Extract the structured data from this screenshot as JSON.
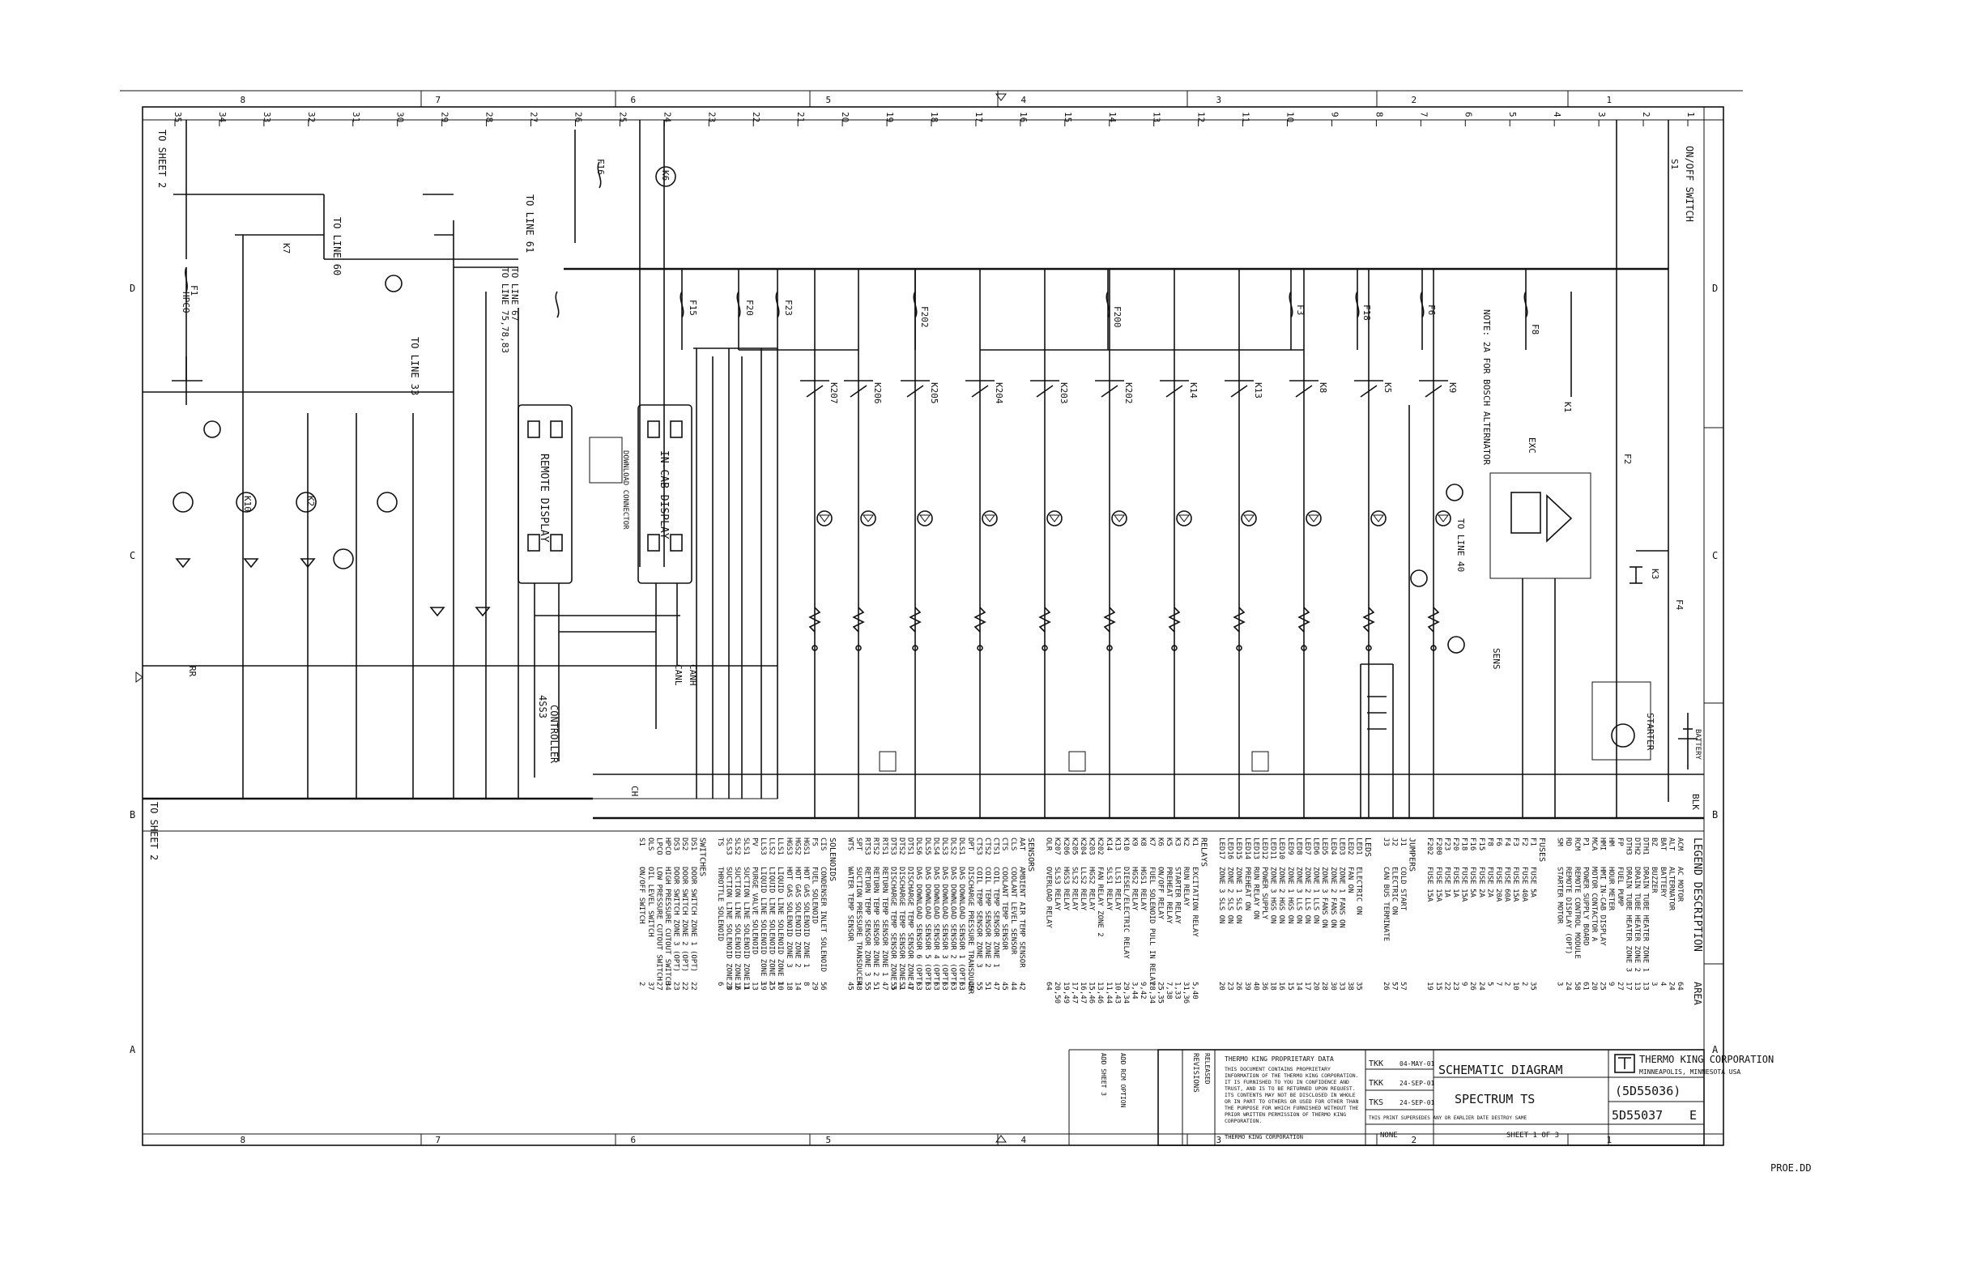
{
  "sheet": {
    "grid_columns_top": [
      "8",
      "7",
      "6",
      "5",
      "4",
      "3",
      "2",
      "1"
    ],
    "grid_rows_right": [
      "D",
      "C",
      "B",
      "A"
    ],
    "line_numbers": [
      "35",
      "34",
      "33",
      "32",
      "31",
      "30",
      "29",
      "28",
      "27",
      "26",
      "25",
      "24",
      "23",
      "22",
      "21",
      "20",
      "19",
      "18",
      "17",
      "16",
      "15",
      "14",
      "13",
      "12",
      "11",
      "10",
      "9",
      "8",
      "7",
      "6",
      "5",
      "4",
      "3",
      "2",
      "1"
    ],
    "proe_tag": "PROE.DD"
  },
  "labels": {
    "to_sheet_top": "TO SHEET 2",
    "to_sheet_bottom": "TO SHEET 2",
    "on_off_switch": "ON/OFF SWITCH",
    "switch_s1": "S1",
    "to_line_61": "TO LINE 61",
    "to_line_60": "TO LINE 60",
    "to_line_33": "TO LINE 33",
    "to_line_67": "TO LINE 67",
    "to_line_75": "TO LINE 75,78,83",
    "remote_display": "REMOTE DISPLAY",
    "in_cab_display": "IN-CAB DISPLAY",
    "download_connector": "DOWNLOAD CONNECTOR",
    "controller": "CONTROLLER",
    "controller_id": "4SS3",
    "note_bosch": "NOTE: 2A FOR BOSCH ALTERNATOR",
    "exc": "EXC",
    "to_line_40": "TO LINE 40",
    "sens": "SENS",
    "starter": "STARTER",
    "battery": "BATTERY",
    "hpco": "HPCO",
    "blk": "BLK",
    "ch": "CH",
    "rr": "RR",
    "canh": "CANH",
    "canl": "CANL"
  },
  "fuses": [
    "F1",
    "F16",
    "F15",
    "F20",
    "F23",
    "F202",
    "F200",
    "F3",
    "F18",
    "F6",
    "F8",
    "F2",
    "F4"
  ],
  "relays": [
    "K207",
    "K206",
    "K205",
    "K204",
    "K203",
    "K202",
    "K14",
    "K13",
    "K8",
    "K5",
    "K9",
    "K1",
    "K3",
    "K7",
    "K10",
    "K2",
    "K6"
  ],
  "legend": {
    "title": "LEGEND DESCRIPTION",
    "area_label": "AREA",
    "groups": [
      {
        "heading": "",
        "rows": [
          {
            "code": "ACM",
            "desc": "AC MOTOR",
            "area": "64"
          },
          {
            "code": "ALT",
            "desc": "ALTERNATOR",
            "area": "24"
          },
          {
            "code": "BAT",
            "desc": "BATTERY",
            "area": "4"
          },
          {
            "code": "BZ",
            "desc": "BUZZER",
            "area": "3"
          },
          {
            "code": "DTH1",
            "desc": "DRAIN TUBE HEATER ZONE 1",
            "area": "13"
          },
          {
            "code": "DTH2",
            "desc": "DRAIN TUBE HEATER ZONE 2",
            "area": "13"
          },
          {
            "code": "DTH3",
            "desc": "DRAIN TUBE HEATER ZONE 3",
            "area": "17"
          },
          {
            "code": "FP",
            "desc": "FUEL PUMP",
            "area": "27"
          },
          {
            "code": "HM",
            "desc": "HOUR METER",
            "area": "9"
          },
          {
            "code": "HMI",
            "desc": "HMI IN-CAB DISPLAY",
            "area": "25"
          },
          {
            "code": "MCA",
            "desc": "MOTOR CONTACTOR A",
            "area": "20"
          },
          {
            "code": "P1",
            "desc": "POWER SUPPLY BOARD",
            "area": "61"
          },
          {
            "code": "RCM",
            "desc": "REMOTE CONTROL MODULE",
            "area": "58"
          },
          {
            "code": "RD",
            "desc": "REMOTE DISPLAY (OPT)",
            "area": "24"
          },
          {
            "code": "SM",
            "desc": "STARTER MOTOR",
            "area": "3"
          }
        ]
      },
      {
        "heading": "FUSES",
        "rows": [
          {
            "code": "F1",
            "desc": "FUSE 5A",
            "area": "35"
          },
          {
            "code": "F2",
            "desc": "FUSE 40A",
            "area": "2"
          },
          {
            "code": "F3",
            "desc": "FUSE 15A",
            "area": "10"
          },
          {
            "code": "F4",
            "desc": "FUSE 60A",
            "area": "2"
          },
          {
            "code": "F6",
            "desc": "FUSE 20A",
            "area": "7"
          },
          {
            "code": "F8",
            "desc": "FUSE 2A",
            "area": "5"
          },
          {
            "code": "F15",
            "desc": "FUSE 2A",
            "area": "24"
          },
          {
            "code": "F16",
            "desc": "FUSE 5A",
            "area": "26"
          },
          {
            "code": "F18",
            "desc": "FUSE 15A",
            "area": "9"
          },
          {
            "code": "F20",
            "desc": "FUSE 1A",
            "area": "23"
          },
          {
            "code": "F23",
            "desc": "FUSE 1A",
            "area": "22"
          },
          {
            "code": "F200",
            "desc": "FUSE 15A",
            "area": "15"
          },
          {
            "code": "F202",
            "desc": "FUSE 15A",
            "area": "19"
          }
        ]
      },
      {
        "heading": "JUMPERS",
        "rows": [
          {
            "code": "J1",
            "desc": "COLD START",
            "area": "57"
          },
          {
            "code": "J2",
            "desc": "ELECTRIC ON",
            "area": "57"
          },
          {
            "code": "J3",
            "desc": "CAN BUS TERMINATE",
            "area": "26"
          }
        ]
      },
      {
        "heading": "LEDS",
        "rows": [
          {
            "code": "LED1",
            "desc": "ELECTRIC ON",
            "area": "35"
          },
          {
            "code": "LED2",
            "desc": "FAN ON",
            "area": "38"
          },
          {
            "code": "LED3",
            "desc": "ZONE 1 FANS ON",
            "area": "33"
          },
          {
            "code": "LED4",
            "desc": "ZONE 2 FANS ON",
            "area": "30"
          },
          {
            "code": "LED5",
            "desc": "ZONE 3 FANS ON",
            "area": "28"
          },
          {
            "code": "LED6",
            "desc": "ZONE 1 LLS ON",
            "area": "20"
          },
          {
            "code": "LED7",
            "desc": "ZONE 2 LLS ON",
            "area": "17"
          },
          {
            "code": "LED8",
            "desc": "ZONE 3 LLS ON",
            "area": "14"
          },
          {
            "code": "LED9",
            "desc": "ZONE 1 HGS ON",
            "area": "15"
          },
          {
            "code": "LED10",
            "desc": "ZONE 2 HGS ON",
            "area": "16"
          },
          {
            "code": "LED11",
            "desc": "ZONE 3 HGS ON",
            "area": "18"
          },
          {
            "code": "LED12",
            "desc": "POWER SUPPLY",
            "area": "36"
          },
          {
            "code": "LED13",
            "desc": "RUN RELAY ON",
            "area": "40"
          },
          {
            "code": "LED14",
            "desc": "PREHEAT ON",
            "area": "39"
          },
          {
            "code": "LED15",
            "desc": "ZONE 1 SLS ON",
            "area": "26"
          },
          {
            "code": "LED16",
            "desc": "ZONE 2 SLS ON",
            "area": "23"
          },
          {
            "code": "LED17",
            "desc": "ZONE 3 SLS ON",
            "area": "20"
          }
        ]
      },
      {
        "heading": "RELAYS",
        "rows": [
          {
            "code": "K1",
            "desc": "EXCITATION RELAY",
            "area": "5,40"
          },
          {
            "code": "K2",
            "desc": "RUN RELAY",
            "area": "31,36"
          },
          {
            "code": "K3",
            "desc": "STARTER RELAY",
            "area": "1,33"
          },
          {
            "code": "K5",
            "desc": "PREHEAT RELAY",
            "area": "7,38"
          },
          {
            "code": "K6",
            "desc": "ON/OFF RELAY",
            "area": "25,35"
          },
          {
            "code": "K7",
            "desc": "FUEL SOLENOID PULL IN RELAY",
            "area": "28,34"
          },
          {
            "code": "K8",
            "desc": "HGS1 RELAY",
            "area": "9,42"
          },
          {
            "code": "K9",
            "desc": "HGS2 RELAY",
            "area": "3,44"
          },
          {
            "code": "K10",
            "desc": "DIESEL/ELECTRIC RELAY",
            "area": "29,34"
          },
          {
            "code": "K13",
            "desc": "LLS1 RELAY",
            "area": "10,43"
          },
          {
            "code": "K14",
            "desc": "SLS1 RELAY",
            "area": "11,44"
          },
          {
            "code": "K202",
            "desc": "FAN RELAY ZONE 2",
            "area": "13,46"
          },
          {
            "code": "K203",
            "desc": "HGS2 RELAY",
            "area": "15,46"
          },
          {
            "code": "K204",
            "desc": "LLS2 RELAY",
            "area": "16,47"
          },
          {
            "code": "K205",
            "desc": "SLS2 RELAY",
            "area": "17,47"
          },
          {
            "code": "K206",
            "desc": "HGS3 RELAY",
            "area": "19,49"
          },
          {
            "code": "K207",
            "desc": "SLS3 RELAY",
            "area": "20,50"
          },
          {
            "code": "OLR",
            "desc": "OVERLOAD RELAY",
            "area": "64"
          }
        ]
      },
      {
        "heading": "SENSORS",
        "rows": [
          {
            "code": "AAT",
            "desc": "AMBIENT AIR TEMP SENSOR",
            "area": "42"
          },
          {
            "code": "CLS",
            "desc": "COOLANT LEVEL SENSOR",
            "area": "44"
          },
          {
            "code": "CTS",
            "desc": "COOLANT TEMP SENSOR",
            "area": "45"
          },
          {
            "code": "CTS1",
            "desc": "COIL TEMP SENSOR ZONE 1",
            "area": "47"
          },
          {
            "code": "CTS2",
            "desc": "COIL TEMP SENSOR ZONE 2",
            "area": "51"
          },
          {
            "code": "CTS3",
            "desc": "COIL TEMP SENSOR ZONE 3",
            "area": "55"
          },
          {
            "code": "DPT",
            "desc": "DISCHARGE PRESSURE TRANSDUCER",
            "area": "49"
          },
          {
            "code": "DLS1",
            "desc": "DAS DOWNLOAD SENSOR 1 (OPT)",
            "area": "63"
          },
          {
            "code": "DLS2",
            "desc": "DAS DOWNLOAD SENSOR 2 (OPT)",
            "area": "63"
          },
          {
            "code": "DLS3",
            "desc": "DAS DOWNLOAD SENSOR 3 (OPT)",
            "area": "63"
          },
          {
            "code": "DLS4",
            "desc": "DAS DOWNLOAD SENSOR 4 (OPT)",
            "area": "63"
          },
          {
            "code": "DLS5",
            "desc": "DAS DOWNLOAD SENSOR 5 (OPT)",
            "area": "63"
          },
          {
            "code": "DLS6",
            "desc": "DAS DOWNLOAD SENSOR 6 (OPT)",
            "area": "63"
          },
          {
            "code": "DTS1",
            "desc": "DISCHARGE TEMP SENSOR ZONE 1",
            "area": "47"
          },
          {
            "code": "DTS2",
            "desc": "DISCHARGE TEMP SENSOR ZONE 2",
            "area": "51"
          },
          {
            "code": "DTS3",
            "desc": "DISCHARGE TEMP SENSOR ZONE 3",
            "area": "55"
          },
          {
            "code": "RTS1",
            "desc": "RETURN TEMP SENSOR ZONE 1",
            "area": "47"
          },
          {
            "code": "RTS2",
            "desc": "RETURN TEMP SENSOR ZONE 2",
            "area": "51"
          },
          {
            "code": "RTS3",
            "desc": "RETURN TEMP SENSOR ZONE 3",
            "area": "55"
          },
          {
            "code": "SPT",
            "desc": "SUCTION PRESSURE TRANSDUCER",
            "area": "48"
          },
          {
            "code": "WTS",
            "desc": "WATER TEMP SENSOR",
            "area": "45"
          }
        ]
      },
      {
        "heading": "SOLENOIDS",
        "rows": [
          {
            "code": "CIS",
            "desc": "CONDENSER INLET SOLENOID",
            "area": "56"
          },
          {
            "code": "FS",
            "desc": "FUEL SOLENOID",
            "area": "29"
          },
          {
            "code": "HGS1",
            "desc": "HOT GAS SOLENOID ZONE 1",
            "area": "8"
          },
          {
            "code": "HGS2",
            "desc": "HOT GAS SOLENOID ZONE 2",
            "area": "14"
          },
          {
            "code": "HGS3",
            "desc": "HOT GAS SOLENOID ZONE 3",
            "area": "18"
          },
          {
            "code": "LLS1",
            "desc": "LIQUID LINE SOLENOID ZONE 1",
            "area": "10"
          },
          {
            "code": "LLS2",
            "desc": "LIQUID LINE SOLENOID ZONE 2",
            "area": "15"
          },
          {
            "code": "LLS3",
            "desc": "LIQUID LINE SOLENOID ZONE 3",
            "area": "19"
          },
          {
            "code": "PV",
            "desc": "PURGE VALVE SOLENOID",
            "area": "13"
          },
          {
            "code": "SLS1",
            "desc": "SUCTION LINE SOLENOID ZONE 1",
            "area": "11"
          },
          {
            "code": "SLS2",
            "desc": "SUCTION LINE SOLENOID ZONE 2",
            "area": "16"
          },
          {
            "code": "SLS3",
            "desc": "SUCTION LINE SOLENOID ZONE 3",
            "area": "20"
          },
          {
            "code": "TS",
            "desc": "THROTTLE SOLENOID",
            "area": "6"
          }
        ]
      },
      {
        "heading": "SWITCHES",
        "rows": [
          {
            "code": "DS1",
            "desc": "DOOR SWITCH ZONE 1 (OPT)",
            "area": "22"
          },
          {
            "code": "DS2",
            "desc": "DOOR SWITCH ZONE 2 (OPT)",
            "area": "22"
          },
          {
            "code": "DS3",
            "desc": "DOOR SWITCH ZONE 3 (OPT)",
            "area": "23"
          },
          {
            "code": "HPCO",
            "desc": "HIGH PRESSURE CUTOUT SWITCH",
            "area": "34"
          },
          {
            "code": "LPCO",
            "desc": "LOW PRESSURE CUTOUT SWITCH",
            "area": "27"
          },
          {
            "code": "OLS",
            "desc": "OIL LEVEL SWITCH",
            "area": "37"
          },
          {
            "code": "S1",
            "desc": "ON/OFF SWITCH",
            "area": "2"
          }
        ]
      }
    ]
  },
  "title_block": {
    "company": "THERMO KING CORPORATION",
    "city": "MINNEAPOLIS, MINNESOTA USA",
    "title": "SCHEMATIC DIAGRAM",
    "subtitle": "SPECTRUM TS",
    "doc_top": "(5D55036)",
    "doc_number": "5D55037",
    "revision": "E",
    "sheet": "SHEET 1 OF 3",
    "scale": "NONE",
    "drawn_by": "TKK",
    "drawn_date": "04-MAY-01",
    "checked_by": "TKK",
    "checked_date": "24-SEP-01",
    "approved_by": "TKS",
    "approved_date": "24-SEP-01",
    "revisions_label": "REVISIONS",
    "released": "RELEASED",
    "add_option": "ADD RCM OPTION",
    "add_sheet": "ADD SHEET 3",
    "proprietary": "THERMO KING PROPRIETARY DATA",
    "proprietary_note": "THIS DOCUMENT CONTAINS PROPRIETARY INFORMATION OF THE THERMO KING CORPORATION. IT IS FURNISHED TO YOU IN CONFIDENCE AND TRUST, AND IS TO BE RETURNED UPON REQUEST. ITS CONTENTS MAY NOT BE DISCLOSED IN WHOLE OR IN PART TO OTHERS OR USED FOR OTHER THAN THE PURPOSE FOR WHICH FURNISHED WITHOUT THE PRIOR WRITTEN PERMISSION OF THERMO KING CORPORATION.",
    "copyright": "THERMO KING CORPORATION",
    "print_note": "THIS PRINT SUPERSEDES ANY OR EARLIER DATE DESTROY SAME"
  }
}
